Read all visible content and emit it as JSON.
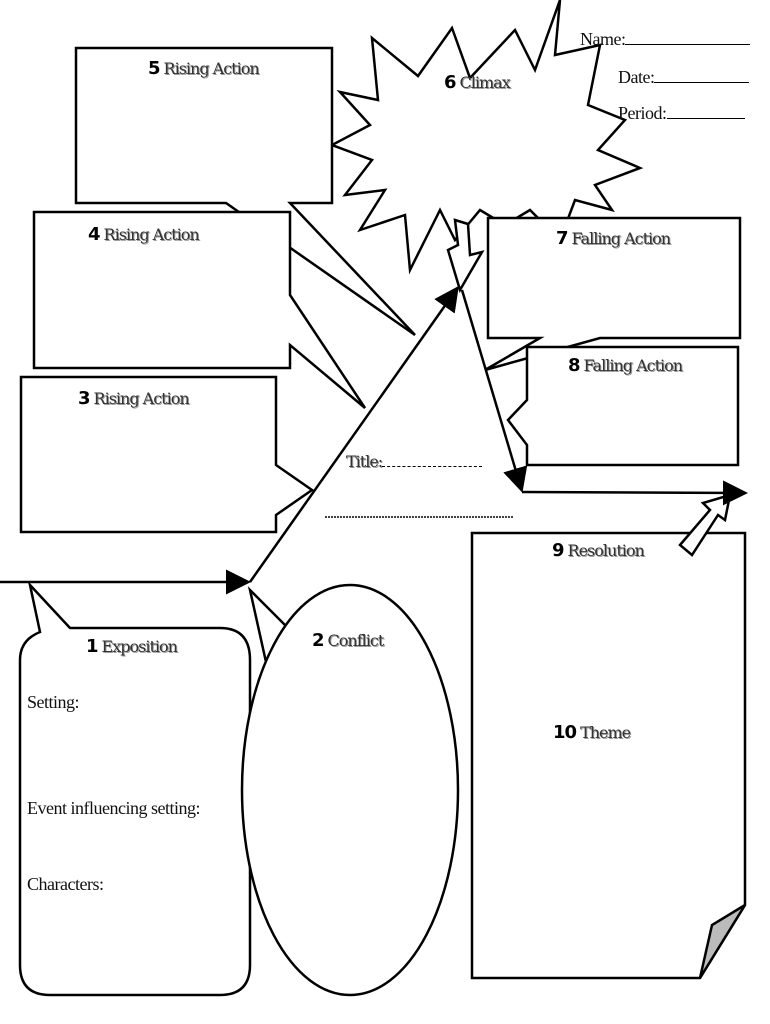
{
  "header": {
    "name_label": "Name:",
    "date_label": "Date:",
    "period_label": "Period:"
  },
  "boxes": [
    {
      "number": "1",
      "label": "Exposition"
    },
    {
      "number": "2",
      "label": "Conflict"
    },
    {
      "number": "3",
      "label": "Rising Action"
    },
    {
      "number": "4",
      "label": "Rising Action"
    },
    {
      "number": "5",
      "label": "Rising Action"
    },
    {
      "number": "6",
      "label": "Climax"
    },
    {
      "number": "7",
      "label": "Falling Action"
    },
    {
      "number": "8",
      "label": "Falling Action"
    },
    {
      "number": "9",
      "label": "Resolution"
    },
    {
      "number": "10",
      "label": "Theme"
    }
  ],
  "exposition_fields": {
    "setting": "Setting:",
    "event": "Event influencing setting:",
    "characters": "Characters:"
  },
  "title_label": "Title:"
}
